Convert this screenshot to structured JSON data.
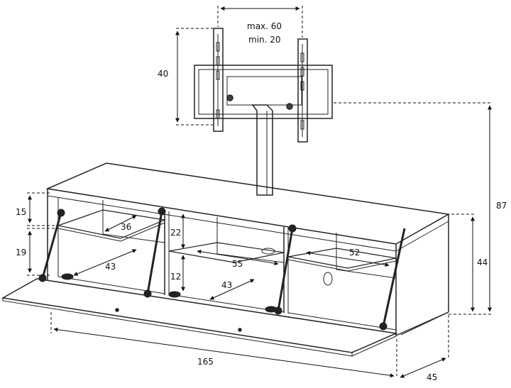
{
  "diagram": {
    "mount_height": "40",
    "mount_width_max": "max. 60",
    "mount_width_min": "min. 20",
    "total_height": "87",
    "cabinet_height": "44",
    "width": "165",
    "depth": "45",
    "upper_left_height": "15",
    "lower_left_height": "19",
    "left_shelf_depth": "36",
    "left_floor_depth": "43",
    "center_upper_height": "22",
    "center_lower_height": "12",
    "center_shelf_width": "55",
    "center_floor_depth": "43",
    "right_shelf_width": "52"
  },
  "colors": {
    "line": "#222222",
    "dim": "#111111",
    "hole": "#222222"
  }
}
